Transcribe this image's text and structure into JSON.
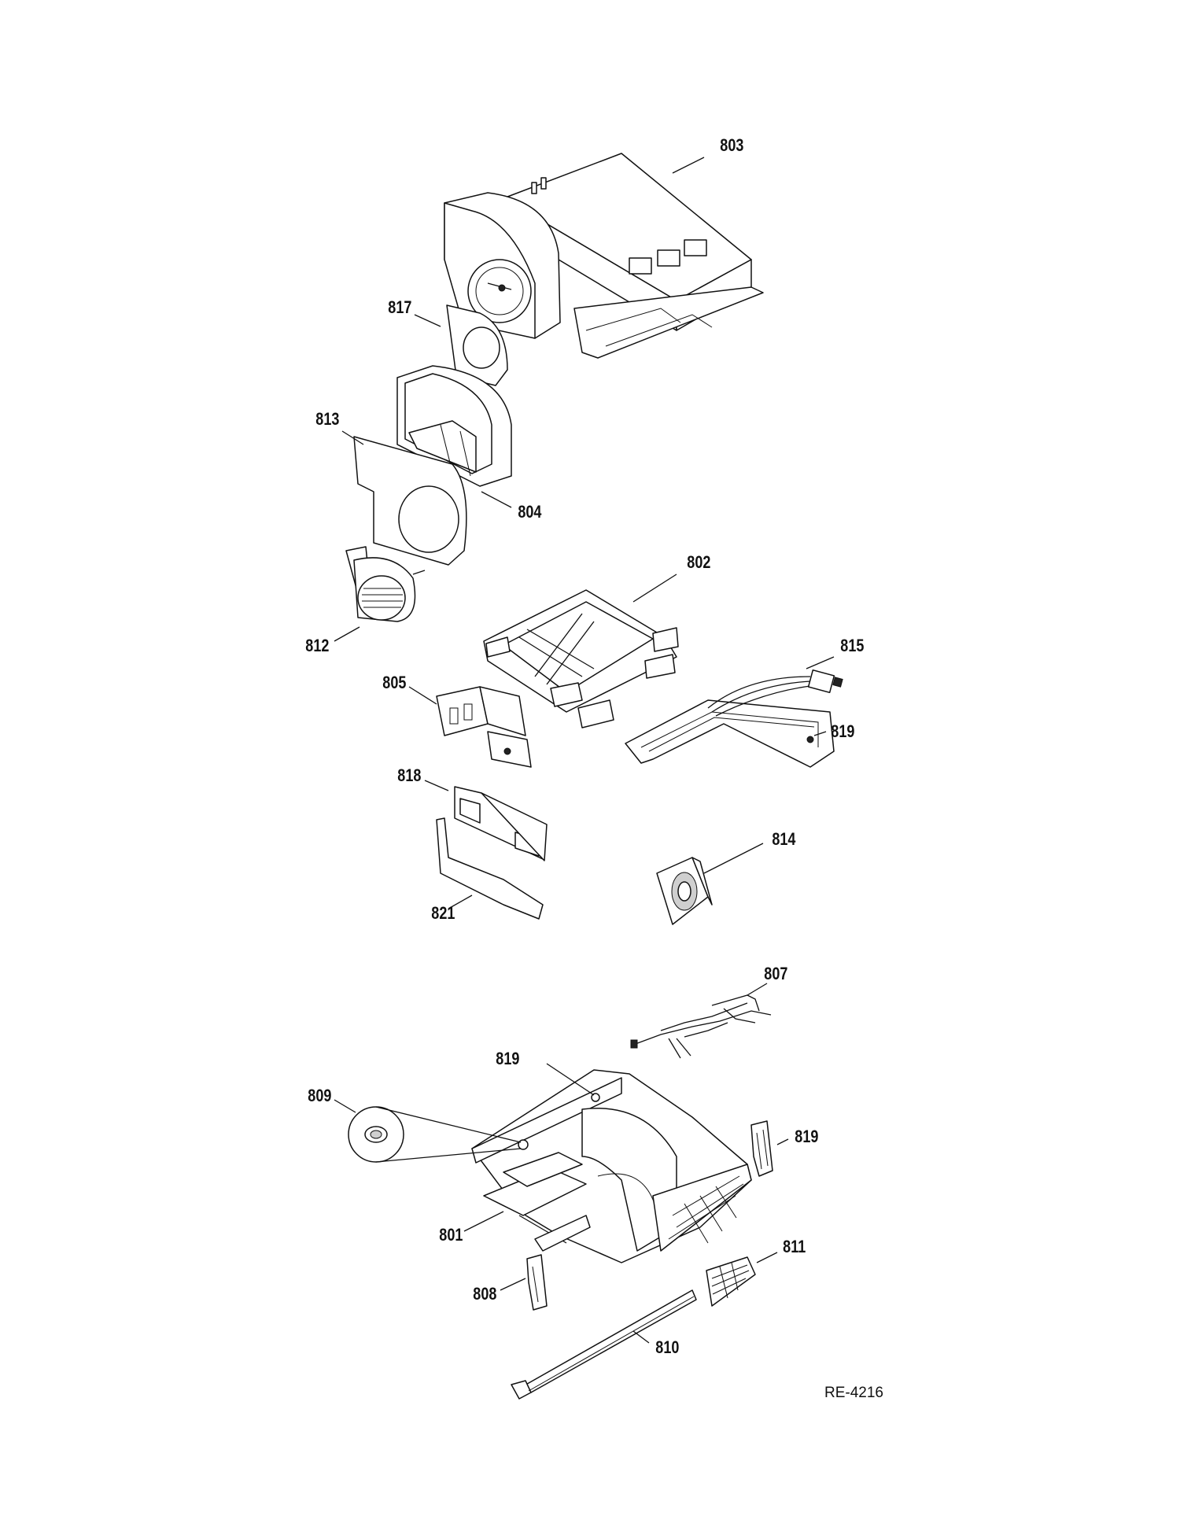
{
  "diagram": {
    "reference_code": "RE-4216",
    "part_callouts": [
      {
        "id": "803",
        "label": "803"
      },
      {
        "id": "817",
        "label": "817"
      },
      {
        "id": "813",
        "label": "813"
      },
      {
        "id": "804",
        "label": "804"
      },
      {
        "id": "802",
        "label": "802"
      },
      {
        "id": "815",
        "label": "815"
      },
      {
        "id": "812",
        "label": "812"
      },
      {
        "id": "805",
        "label": "805"
      },
      {
        "id": "819a",
        "label": "819"
      },
      {
        "id": "818",
        "label": "818"
      },
      {
        "id": "814",
        "label": "814"
      },
      {
        "id": "821",
        "label": "821"
      },
      {
        "id": "807",
        "label": "807"
      },
      {
        "id": "819b",
        "label": "819"
      },
      {
        "id": "819c",
        "label": "819"
      },
      {
        "id": "809",
        "label": "809"
      },
      {
        "id": "801",
        "label": "801"
      },
      {
        "id": "811",
        "label": "811"
      },
      {
        "id": "808",
        "label": "808"
      },
      {
        "id": "810",
        "label": "810"
      }
    ]
  }
}
